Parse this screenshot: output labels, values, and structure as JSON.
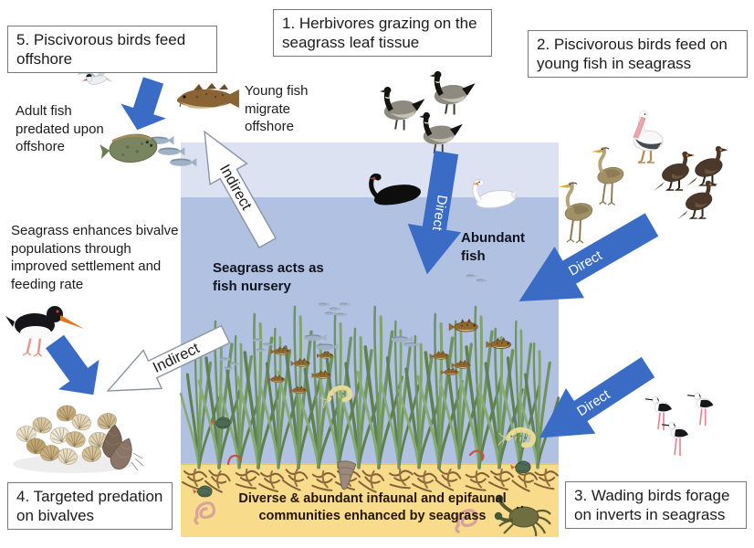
{
  "boxes": {
    "herbivores": "1. Herbivores grazing on the seagrass leaf tissue",
    "piscivorous_seagrass": "2. Piscivorous birds feed on young fish in seagrass",
    "wading_birds": "3. Wading birds forage on inverts in seagrass",
    "targeted_predation": "4. Targeted predation on bivalves",
    "piscivorous_offshore": "5. Piscivorous birds feed offshore"
  },
  "annotations": {
    "young_fish": "Young fish migrate offshore",
    "adult_fish": "Adult fish predated upon offshore",
    "bivalve_enhancement": "Seagrass enhances bivalve populations through improved settlement and feeding rate",
    "fish_nursery": "Seagrass acts as fish nursery",
    "abundant_fish": "Abundant fish",
    "infauna": "Diverse & abundant infaunal and epifaunal communities enhanced by seagrass"
  },
  "arrow_labels": {
    "direct": "Direct",
    "indirect": "Indirect"
  },
  "arrows": [
    {
      "id": "direct-swan-to-fish",
      "label": "Direct",
      "style": "solid-blue"
    },
    {
      "id": "direct-herons-to-fish",
      "label": "Direct",
      "style": "solid-blue"
    },
    {
      "id": "direct-waders-to-inverts",
      "label": "Direct",
      "style": "solid-blue"
    },
    {
      "id": "indirect-offshore-migration",
      "label": "Indirect",
      "style": "white-outline"
    },
    {
      "id": "indirect-to-bivalves",
      "label": "Indirect",
      "style": "white-outline"
    },
    {
      "id": "tern-dive",
      "label": "",
      "style": "solid-blue"
    },
    {
      "id": "oystercatcher-to-shells",
      "label": "",
      "style": "solid-blue"
    }
  ],
  "colors": {
    "water_surface": "#dce2f1",
    "water": "#b1c1e2",
    "sediment": "#f8dc8c",
    "arrow_blue": "#3a6cc6",
    "box_border": "#777777",
    "text": "#1c1c1c",
    "sediment_text": "#241504",
    "seagrass_green": "#6f9460"
  },
  "icons": [
    "tern-icon",
    "cod-icon",
    "flounder-icon",
    "brant-goose-icon",
    "black-swan-icon",
    "white-swan-icon",
    "heron-icon",
    "pelican-icon",
    "cormorant-icon",
    "oystercatcher-icon",
    "stilt-icon",
    "shell-pile-icon",
    "mussel-icon",
    "crab-icon",
    "worm-icon",
    "cockle-icon",
    "clam-icon",
    "shrimp-icon",
    "juvenile-fish-icon",
    "silver-fish-icon",
    "seagrass-icon",
    "roots-icon"
  ]
}
